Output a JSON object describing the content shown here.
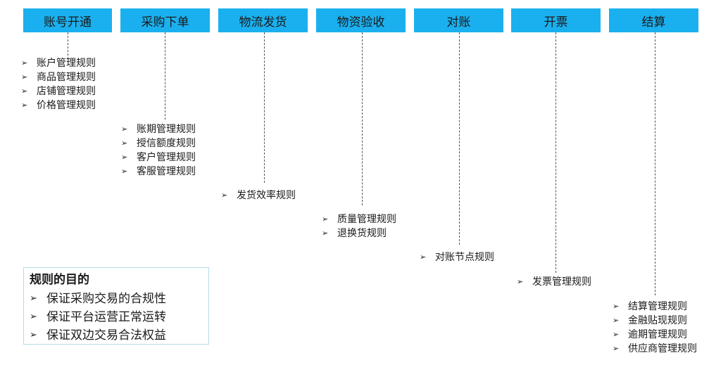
{
  "stages": [
    {
      "label": "账号开通",
      "rules": [
        "账户管理规则",
        "商品管理规则",
        "店铺管理规则",
        "价格管理规则"
      ]
    },
    {
      "label": "采购下单",
      "rules": [
        "账期管理规则",
        "授信额度规则",
        "客户管理规则",
        "客服管理规则"
      ]
    },
    {
      "label": "物流发货",
      "rules": [
        "发货效率规则"
      ]
    },
    {
      "label": "物资验收",
      "rules": [
        "质量管理规则",
        "退换货规则"
      ]
    },
    {
      "label": "对账",
      "rules": [
        "对账节点规则"
      ]
    },
    {
      "label": "开票",
      "rules": [
        "发票管理规则"
      ]
    },
    {
      "label": "结算",
      "rules": [
        "结算管理规则",
        "金融贴现规则",
        "逾期管理规则",
        "供应商管理规则"
      ]
    }
  ],
  "arrow_glyph": "➢",
  "colors": {
    "stage_fill": "#1ab0ef",
    "box_border": "#b7dbe6"
  },
  "purpose": {
    "title": "规则的目的",
    "items": [
      "保证采购交易的合规性",
      "保证平台运营正常运转",
      "保证双边交易合法权益"
    ]
  }
}
